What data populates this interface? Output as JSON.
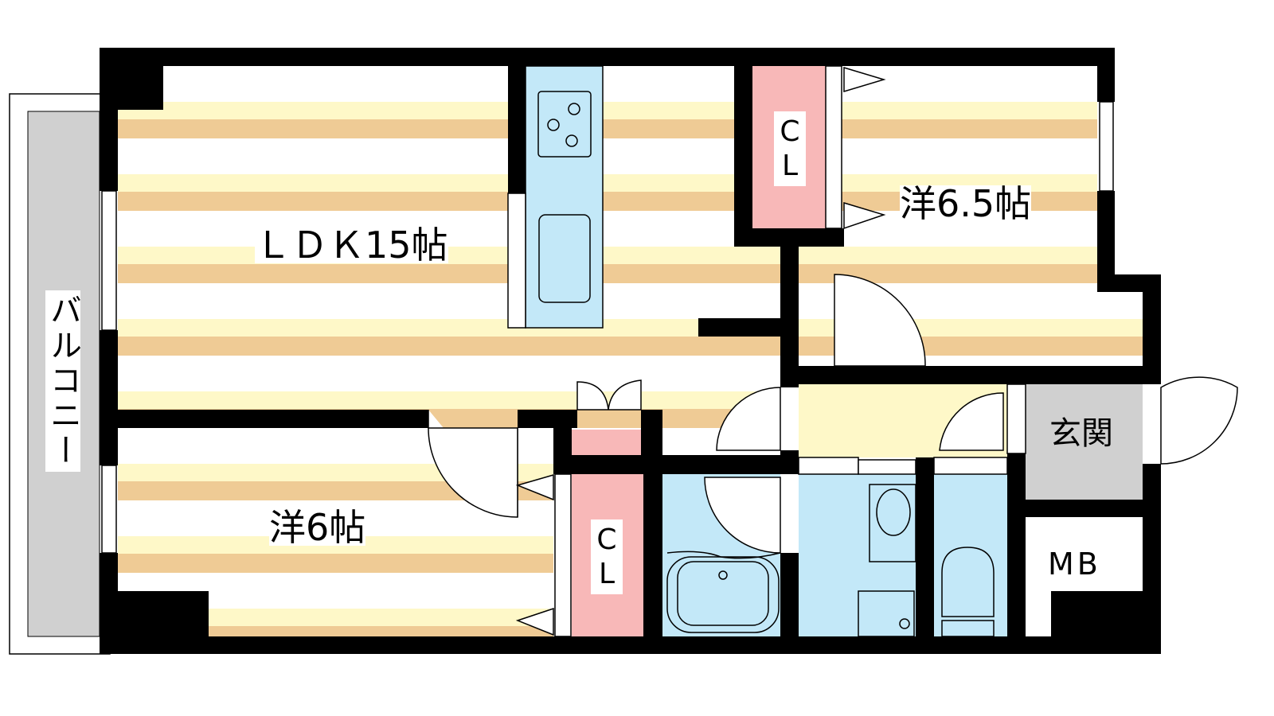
{
  "rooms": {
    "ldk": "ＬＤＫ15帖",
    "western_large": "洋6.5帖",
    "western_small": "洋6帖",
    "closet_top": "C\nL",
    "closet_bottom": "C\nL",
    "balcony": "バルコニー",
    "entrance": "玄関",
    "meter_box": "MB"
  },
  "colors": {
    "floor_yellow": "#fef8c8",
    "floor_tan": "#efcb95",
    "wet_blue": "#c3e8f8",
    "closet_pink": "#f8b8b8",
    "gray": "#d0d0d0",
    "wall": "#000000"
  }
}
